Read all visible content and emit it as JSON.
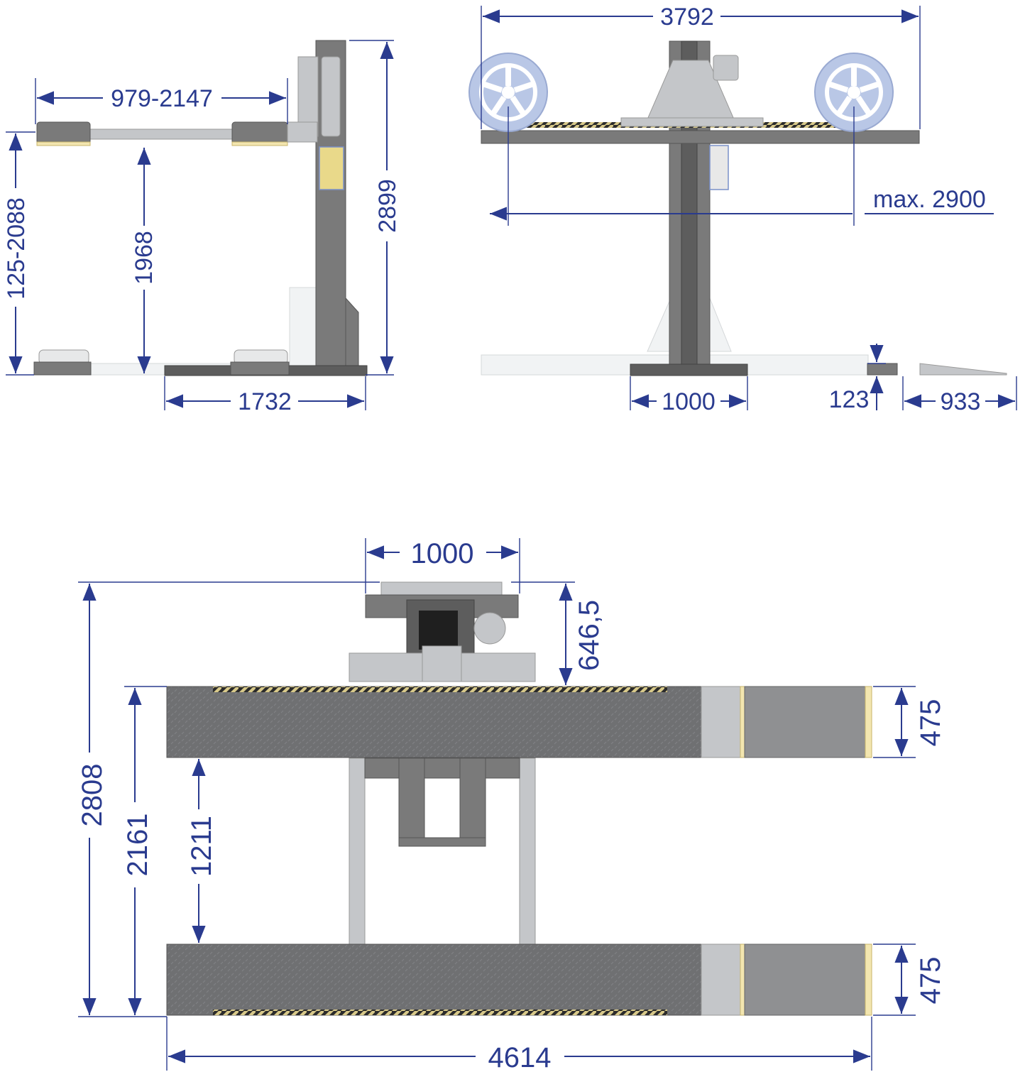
{
  "dimensions": {
    "side_width_range": "979-2147",
    "side_height_range": "125-2088",
    "side_clearance": "1968",
    "side_column_height": "2899",
    "side_base_depth": "1732",
    "front_overall_width": "3792",
    "front_max_width": "max. 2900",
    "front_base_width": "1000",
    "front_platform_height": "123",
    "front_ramp_length": "933",
    "top_column_width": "1000",
    "top_column_depth": "646,5",
    "top_overall_depth": "2808",
    "top_track_outer": "2161",
    "top_track_inner": "1211",
    "top_ramp_width_upper": "475",
    "top_ramp_width_lower": "475",
    "top_overall_length": "4614"
  },
  "colors": {
    "dimension": "#2a3b8f",
    "steel": "#7a7a7a",
    "steel_light": "#c4c6c9",
    "wheel": "#b9c7e6",
    "pad_edge": "#f3e6b0",
    "hazard_yellow": "#d8c98a"
  },
  "icons": {
    "wheel_left": "wheel-icon",
    "wheel_right": "wheel-icon"
  }
}
